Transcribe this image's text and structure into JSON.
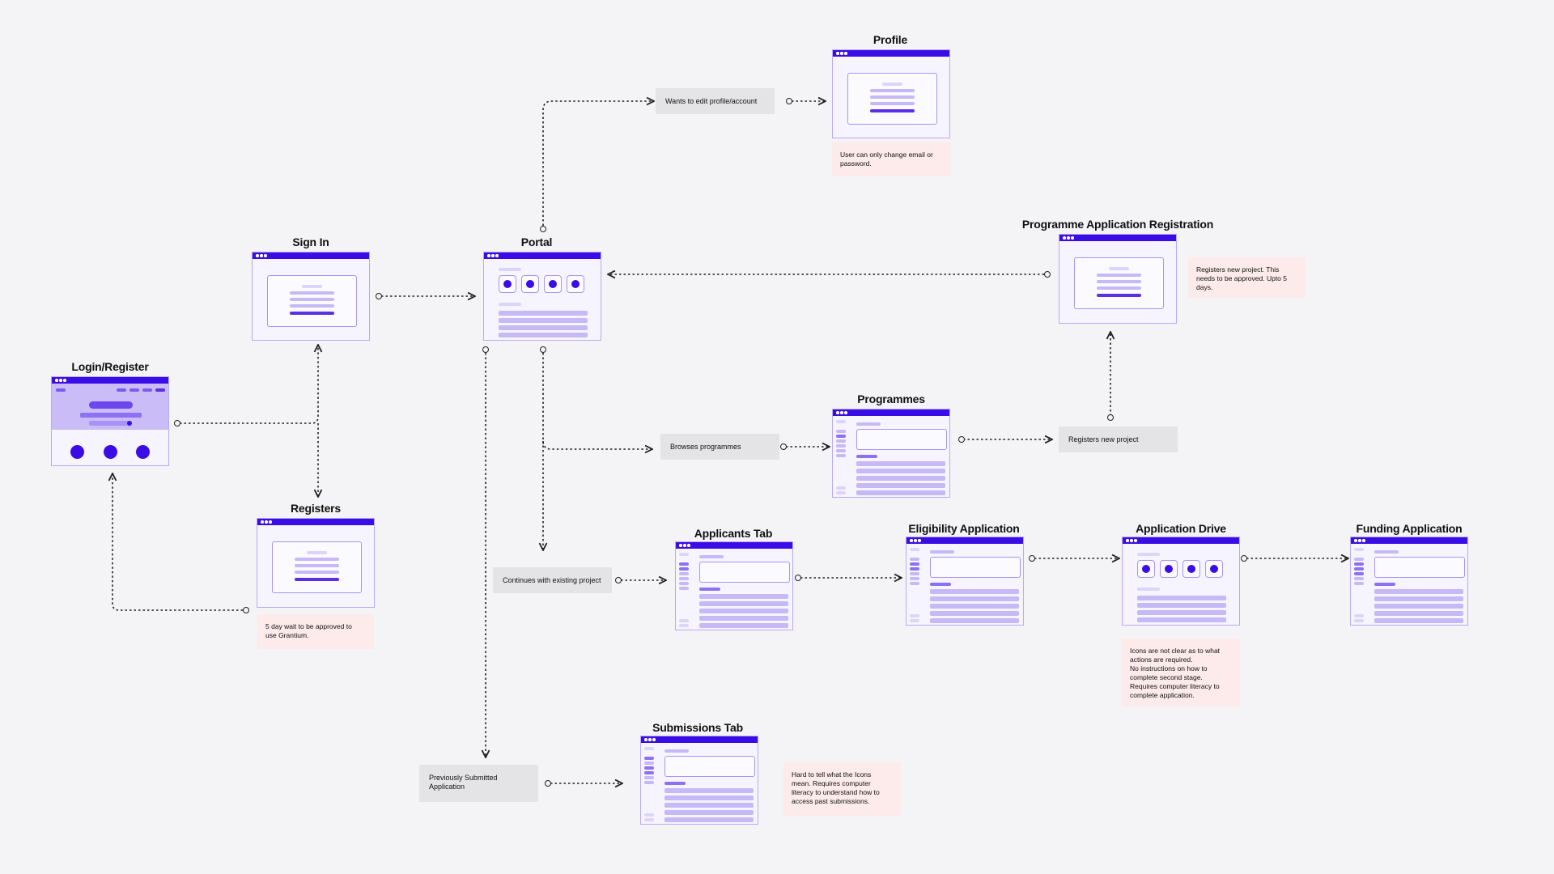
{
  "screens": {
    "login": "Login/Register",
    "signin": "Sign In",
    "registers": "Registers",
    "portal": "Portal",
    "profile": "Profile",
    "par": "Programme Application Registration",
    "programmes": "Programmes",
    "applicants": "Applicants Tab",
    "eligibility": "Eligibility Application",
    "drive": "Application Drive",
    "funding": "Funding Application",
    "submissions": "Submissions Tab"
  },
  "actions": {
    "edit_profile": "Wants to edit profile/account",
    "browses": "Browses programmes",
    "registers_new": "Registers new project",
    "continues": "Continues with existing project",
    "previously": "Previously Submitted Application"
  },
  "notes": {
    "profile": [
      "User can only change email or",
      "password."
    ],
    "registers": [
      "5 day wait to be approved to",
      "use Grantium."
    ],
    "par": [
      "Registers new project.  This",
      "needs to be approved.  Upto 5",
      "days."
    ],
    "drive": [
      "Icons are not clear as to what",
      "actions are required.",
      "No instructions on how to",
      "complete second stage.",
      "Requires computer literacy to",
      "complete application."
    ],
    "submissions": [
      "Hard to tell what the Icons",
      "mean.  Requires computer",
      "literacy to understand how to",
      "access past submissions."
    ]
  },
  "colors": {
    "accent": "#3a0ce6",
    "screen_bg": "#f6f4ff",
    "note_bg": "#fcebea",
    "action_bg": "#e4e3e6"
  }
}
